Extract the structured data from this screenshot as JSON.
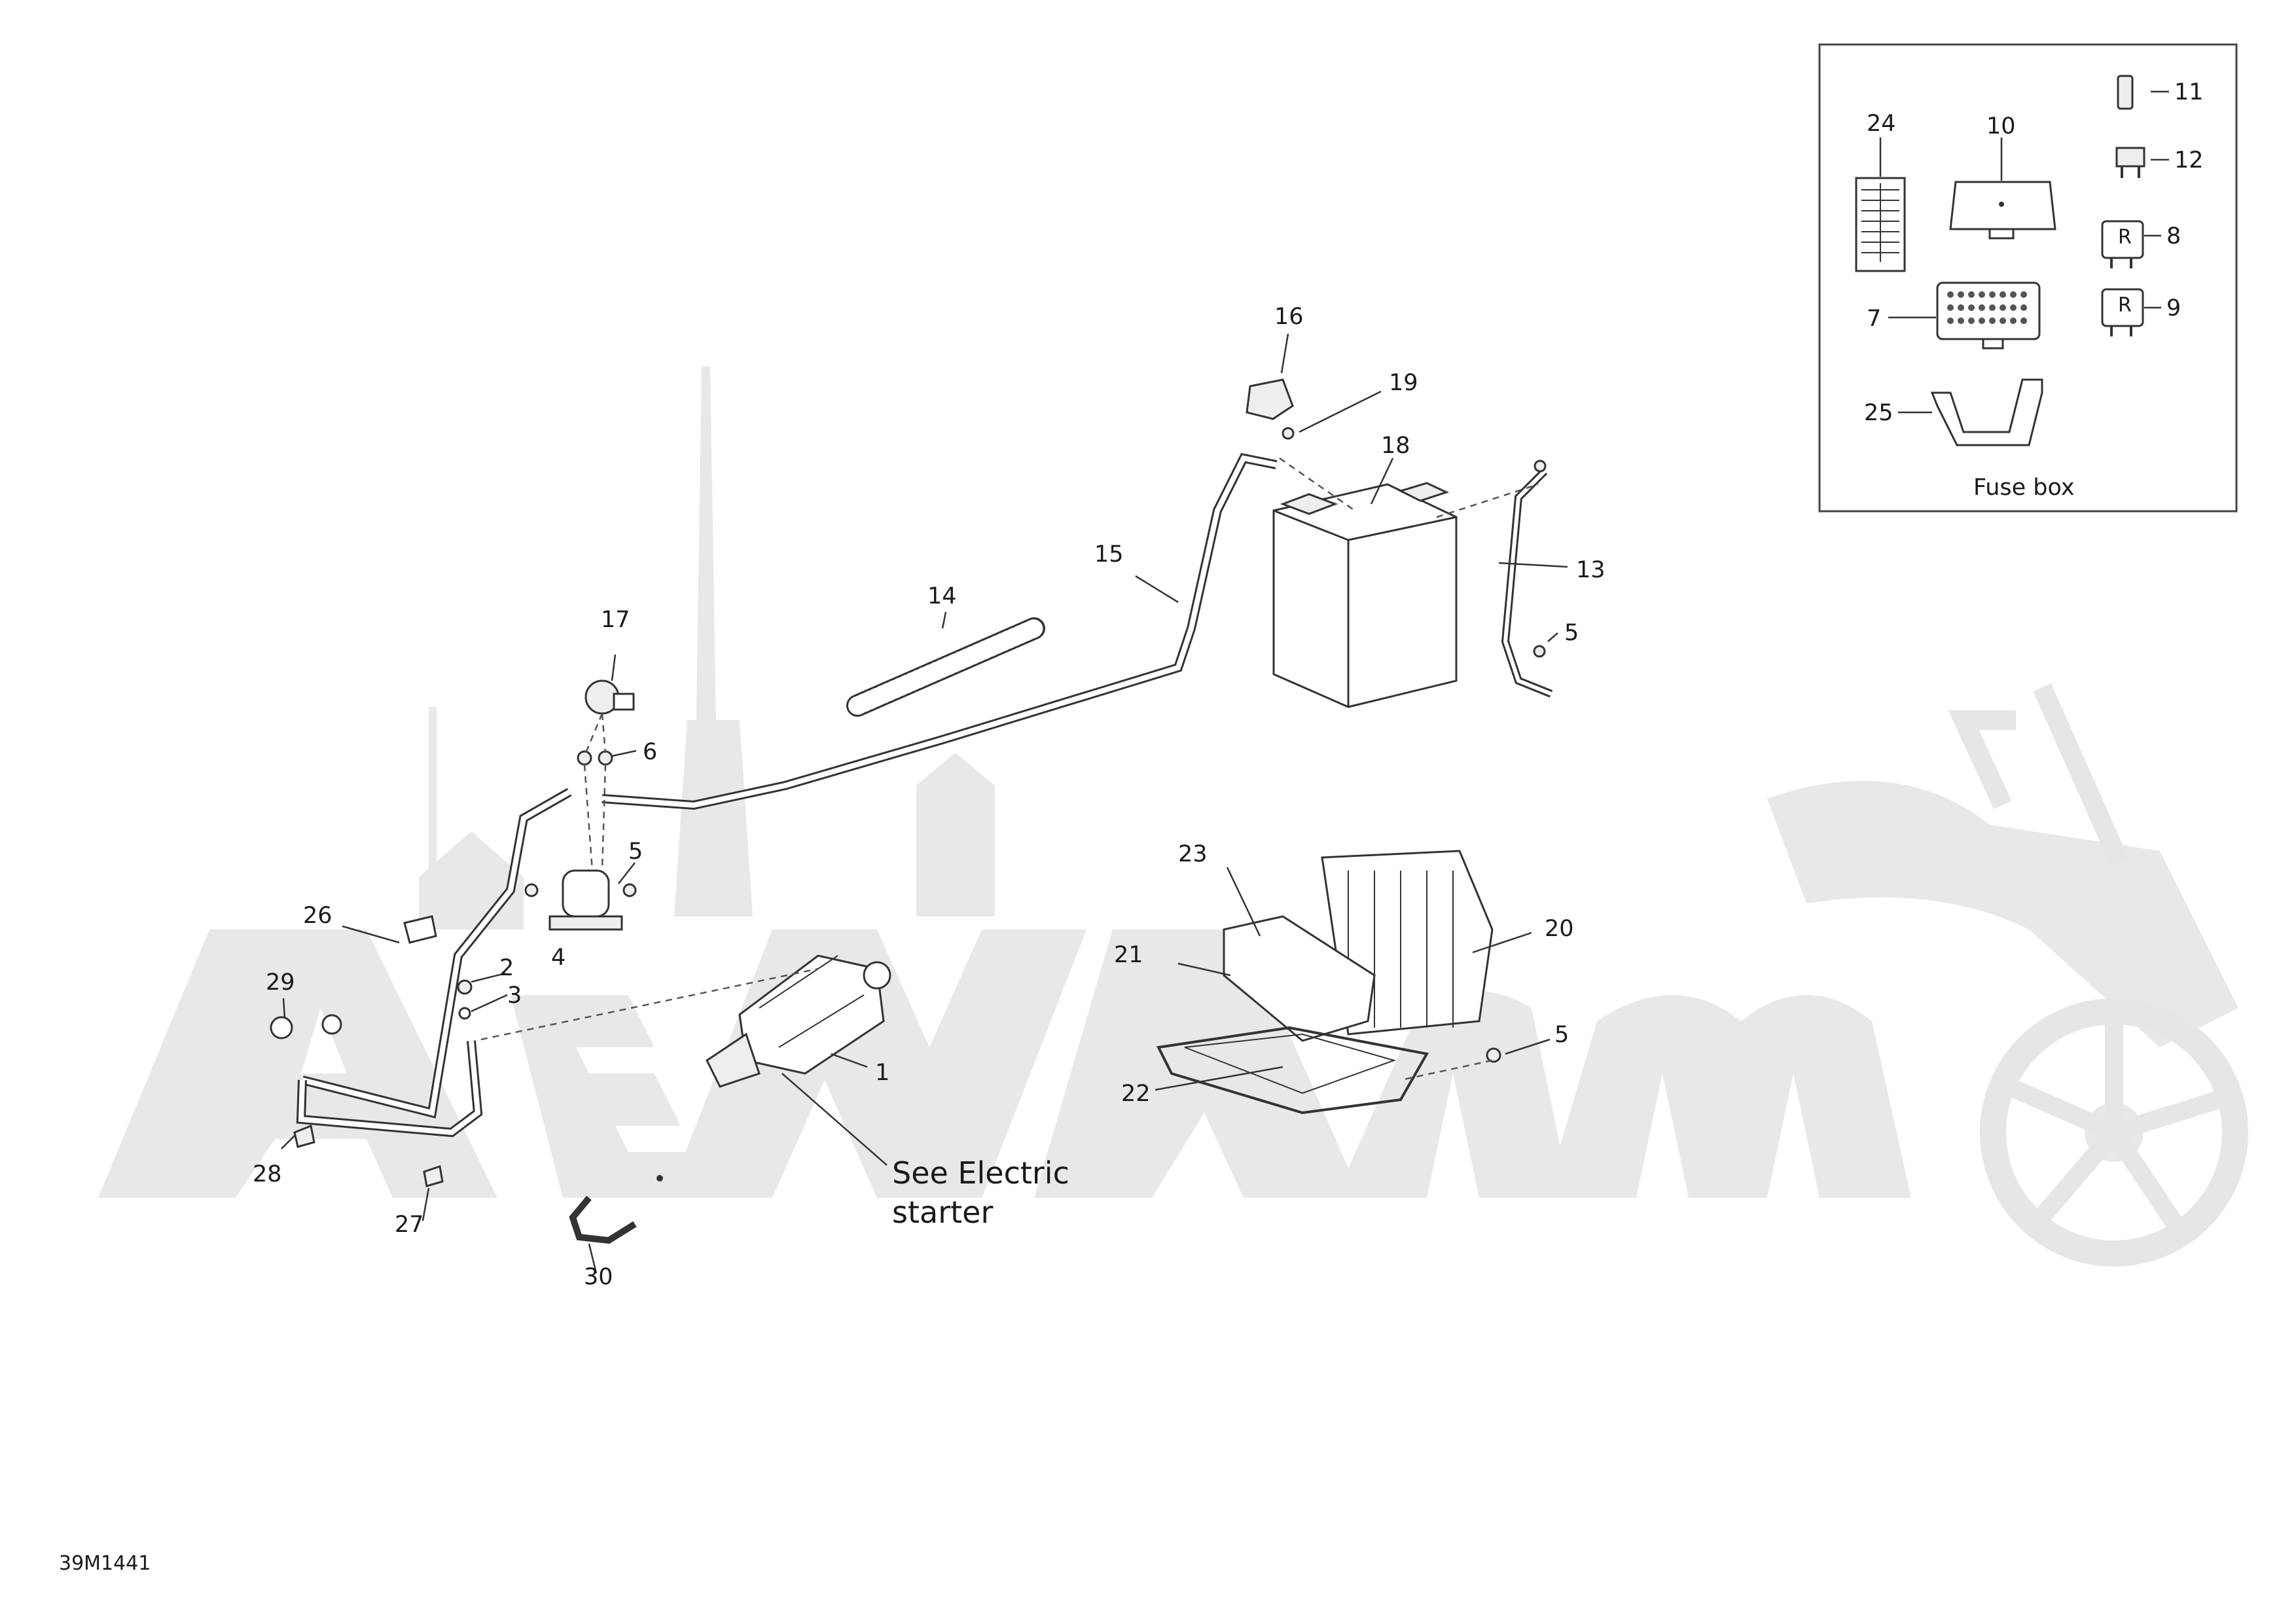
{
  "diagram_code": "39M1441",
  "watermark": {
    "color": "#e6e6e6"
  },
  "inset": {
    "title": "Fuse box"
  },
  "note": {
    "line1": "See Electric",
    "line2": "starter"
  },
  "callouts": {
    "c1": "1",
    "c2": "2",
    "c3": "3",
    "c4": "4",
    "c5a": "5",
    "c5b": "5",
    "c5c": "5",
    "c6": "6",
    "c7": "7",
    "c8": "8",
    "c9": "9",
    "c10": "10",
    "c11": "11",
    "c12": "12",
    "c13": "13",
    "c14": "14",
    "c15": "15",
    "c16": "16",
    "c17": "17",
    "c18": "18",
    "c19": "19",
    "c20": "20",
    "c21": "21",
    "c22": "22",
    "c23": "23",
    "c24": "24",
    "c25": "25",
    "c26": "26",
    "c27": "27",
    "c28": "28",
    "c29": "29",
    "c30": "30"
  },
  "relay_label": "R"
}
